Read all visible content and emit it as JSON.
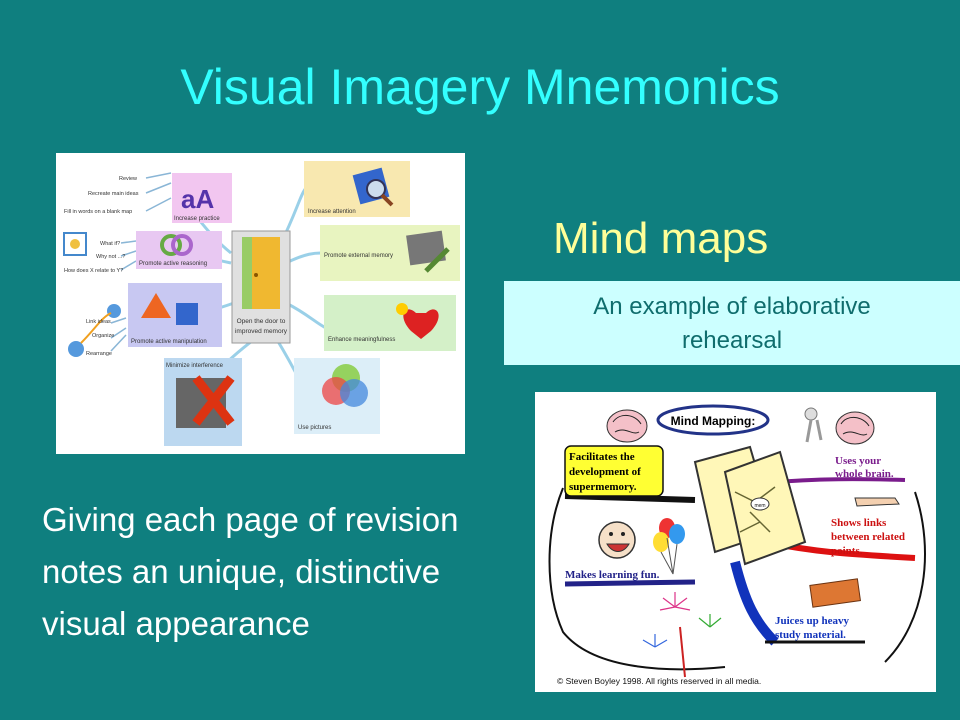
{
  "slide": {
    "title": "Visual Imagery Mnemonics",
    "heading": "Mind maps",
    "example_line1": "An example of elaborative",
    "example_line2": "rehearsal",
    "caption": "Giving each page of revision notes an unique, distinctive visual appearance"
  },
  "left_map": {
    "center": [
      "Open the door to",
      "improved memory"
    ],
    "branches": {
      "increase_practice": "Increase practice",
      "review": "Review",
      "recreate": "Recreate main ideas",
      "fill_in": "Fill in words on a blank map",
      "active_reasoning": "Promote active reasoning",
      "what_if": "What if?",
      "why_not": "Why not ...?",
      "how_relate": "How does X relate to Y?",
      "active_manipulation": "Promote active manipulation",
      "link_ideas": "Link ideas",
      "organize": "Organize",
      "rearrange": "Rearrange",
      "minimize": "Minimize interference",
      "attention": "Increase attention",
      "external": "Promote external memory",
      "meaningfulness": "Enhance meaningfulness",
      "pictures": "Use pictures"
    }
  },
  "right_map": {
    "title": "Mind Mapping:",
    "facilitates": [
      "Facilitates the",
      "development of",
      "supermemory."
    ],
    "brain": [
      "Uses your",
      "whole brain."
    ],
    "links": [
      "Shows links",
      "between related",
      "points."
    ],
    "fun": "Makes learning fun.",
    "juices": [
      "Juices up heavy",
      "study material."
    ],
    "center_tag": "mem",
    "copyright": "© Steven Boyley 1998. All rights reserved in all media."
  },
  "colors": {
    "background": "#0f7f7f",
    "title": "#33ffff",
    "heading": "#ffff99",
    "box": "#ccffff"
  }
}
